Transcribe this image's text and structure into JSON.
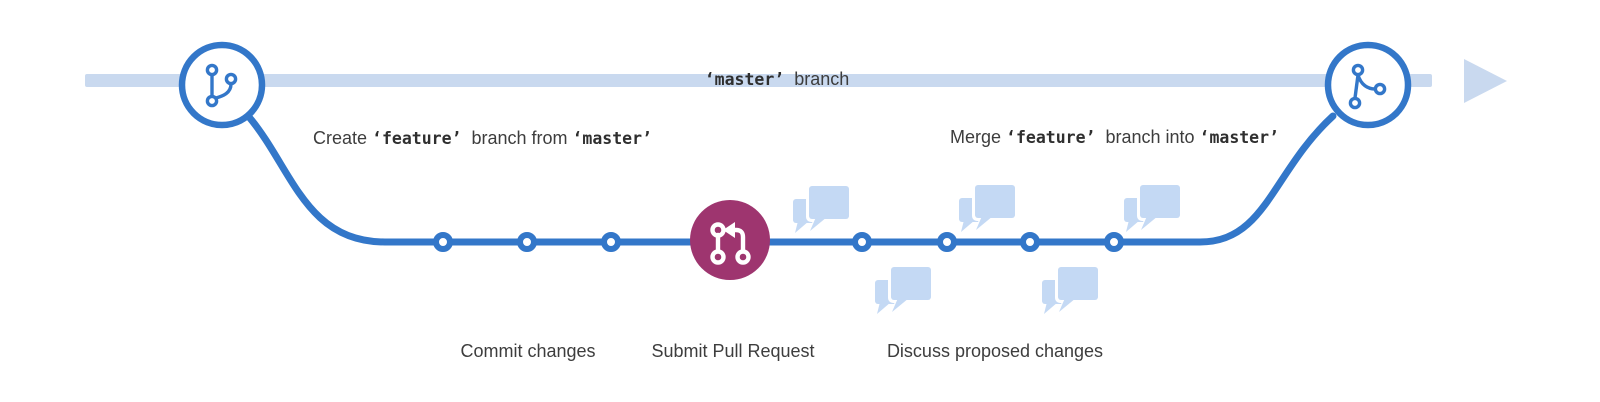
{
  "diagram": {
    "type": "git-feature-branch-flow",
    "master_label": {
      "code": "‘master’",
      "text": "  branch"
    },
    "create_label": {
      "pre": "Create ",
      "code1": "‘feature’",
      "mid": "  branch from ",
      "code2": "‘master’"
    },
    "merge_label": {
      "pre": "Merge ",
      "code1": "‘feature’",
      "mid": "  branch into ",
      "code2": "‘master’"
    },
    "step_labels": {
      "commit": "Commit changes",
      "pull_request": "Submit Pull Request",
      "discuss": "Discuss proposed changes"
    },
    "commits": {
      "before_pull_request": 3,
      "after_pull_request": 4
    },
    "discussion_bubbles": {
      "above_line": 3,
      "below_line": 2
    },
    "icons": {
      "left_node": "git-branch-icon",
      "right_node": "git-merge-icon",
      "center_node": "pull-request-icon",
      "discussion": "chat-bubbles-icon"
    },
    "colors": {
      "branch_blue": "#3377c9",
      "master_light_blue": "#c9d9ef",
      "bubble_blue": "#c4d9f4",
      "pull_request_magenta": "#9e356f",
      "text_dark": "#3d3d3d"
    }
  }
}
